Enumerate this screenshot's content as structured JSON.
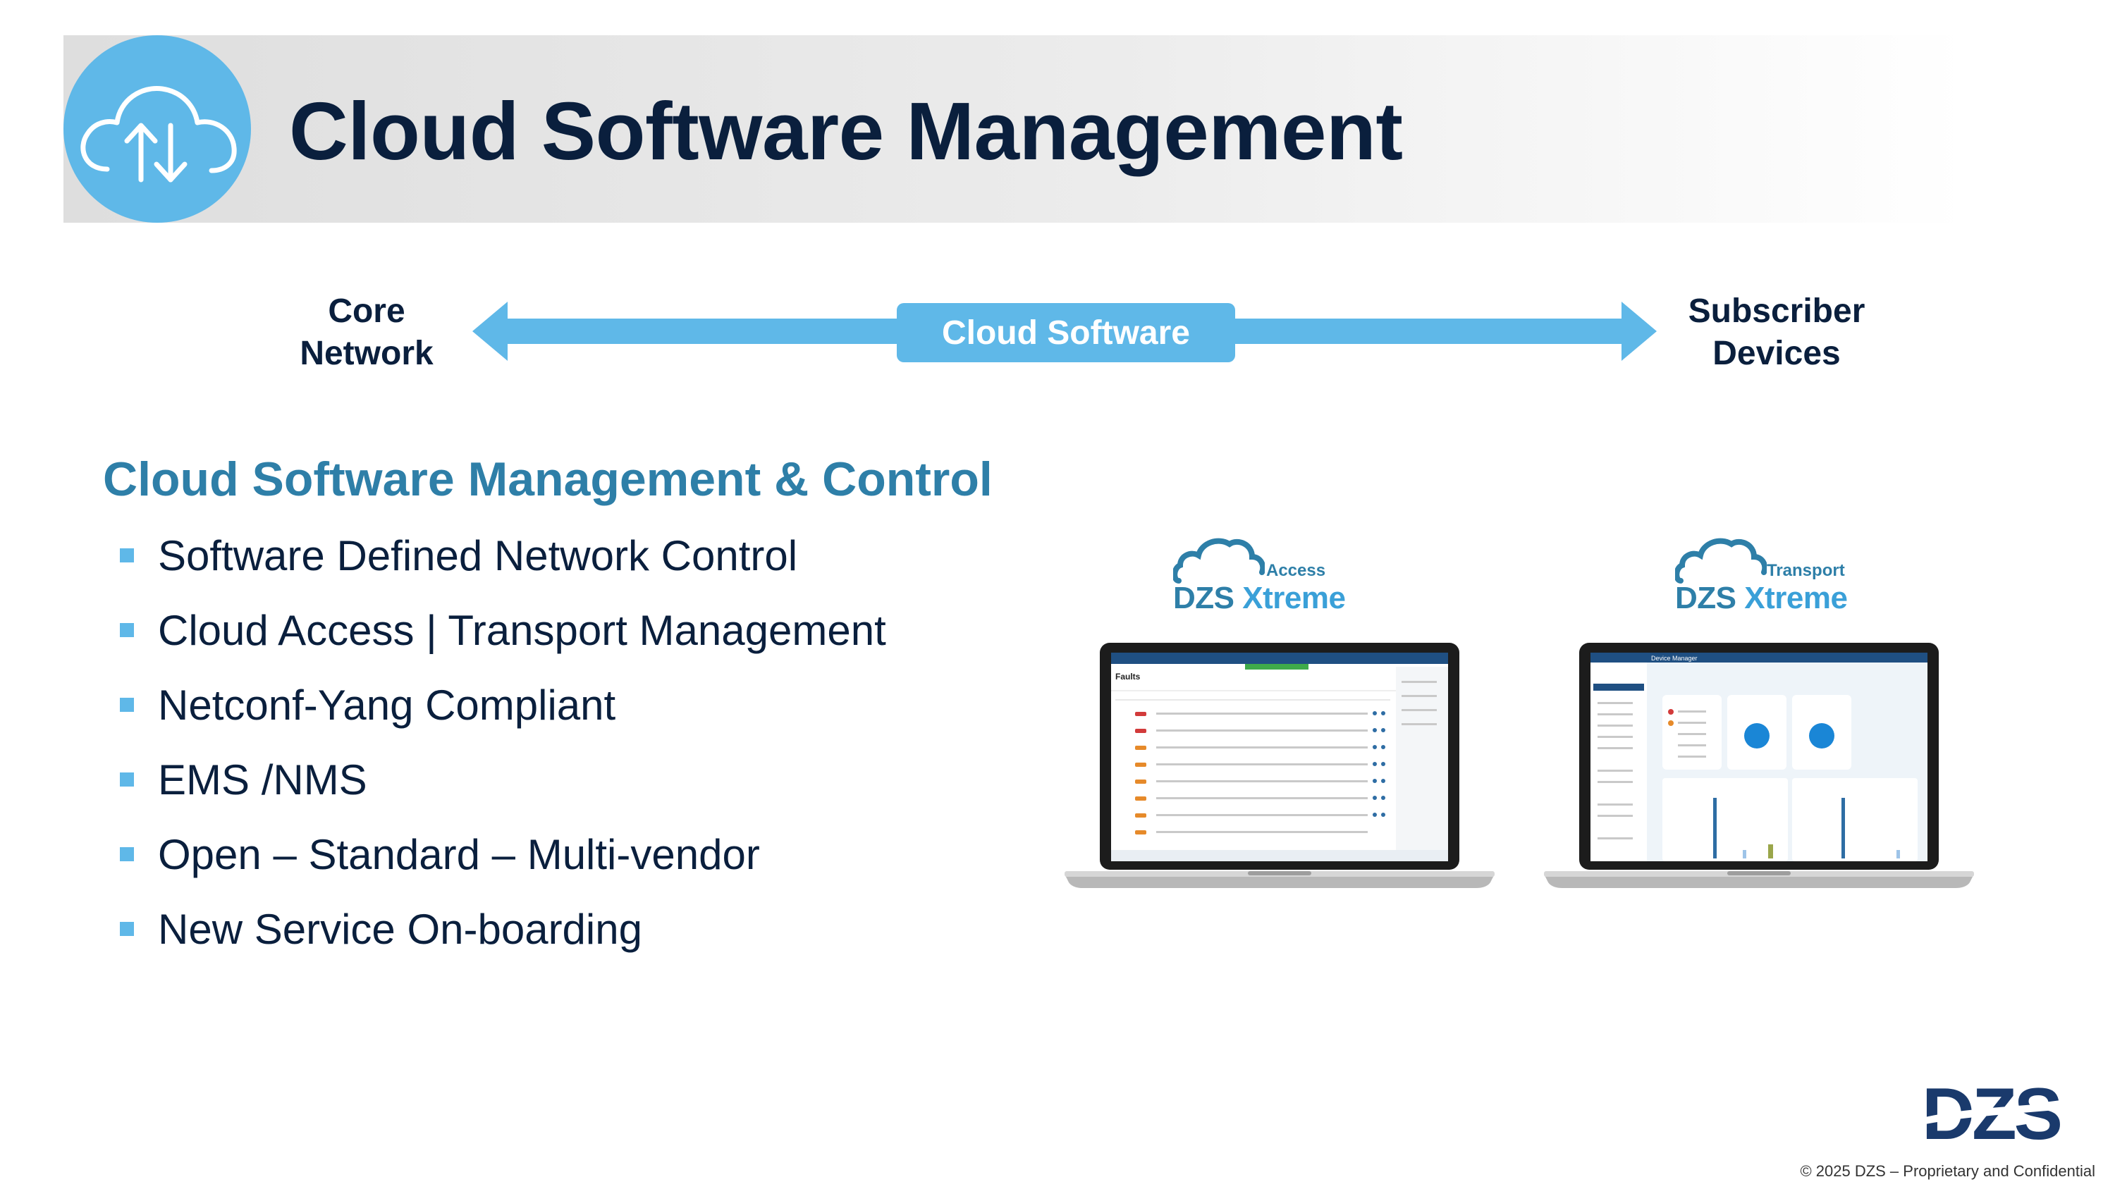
{
  "header": {
    "title": "Cloud Software Management",
    "icon": "cloud-upload-download-icon",
    "icon_color": "#5fb8e8"
  },
  "diagram": {
    "left_label": [
      "Core",
      "Network"
    ],
    "center_label": "Cloud Software",
    "right_label": [
      "Subscriber",
      "Devices"
    ],
    "arrow_color": "#5fb8e8"
  },
  "content": {
    "heading": "Cloud Software Management & Control",
    "bullets": [
      "Software Defined Network Control",
      "Cloud Access | Transport Management",
      "Netconf-Yang Compliant",
      "EMS /NMS",
      "Open – Standard – Multi-vendor",
      "New Service On-boarding"
    ]
  },
  "products": [
    {
      "subtitle": "Access",
      "brand_a": "DZS",
      "brand_b": "Xtreme",
      "screen": "Faults"
    },
    {
      "subtitle": "Transport",
      "brand_a": "DZS",
      "brand_b": "Xtreme",
      "screen": "Device Manager"
    }
  ],
  "footer": {
    "copyright": "© 2025 DZS – Proprietary and Confidential",
    "logo_text": "DZS",
    "brand_color": "#1a3a6c"
  }
}
